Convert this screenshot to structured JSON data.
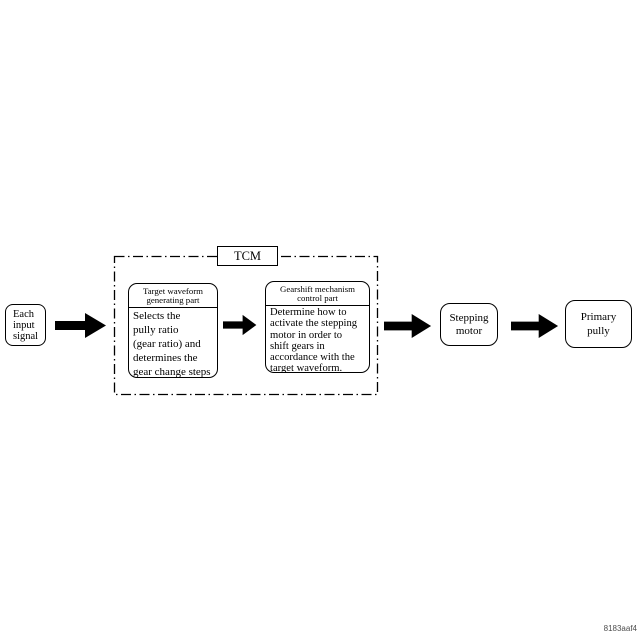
{
  "diagram": {
    "title_label": "TCM",
    "figure_code": "8183aaf4",
    "nodes": {
      "input_signal": {
        "label": "Each\ninput\nsignal"
      },
      "target_waveform": {
        "header": "Target waveform\ngenerating part",
        "body": "Selects the\npully ratio\n(gear ratio) and\ndetermines the\ngear change steps"
      },
      "gearshift_control": {
        "header": "Gearshift mechanism\ncontrol part",
        "body": "Determine how to\nactivate the stepping\nmotor in order to\nshift gears in\naccordance with the\ntarget waveform."
      },
      "stepping_motor": {
        "label": "Stepping\nmotor"
      },
      "primary_pully": {
        "label": "Primary\npully"
      }
    },
    "colors": {
      "line": "#000000",
      "background": "#ffffff",
      "figure_code_text": "#4d4d4d"
    }
  }
}
